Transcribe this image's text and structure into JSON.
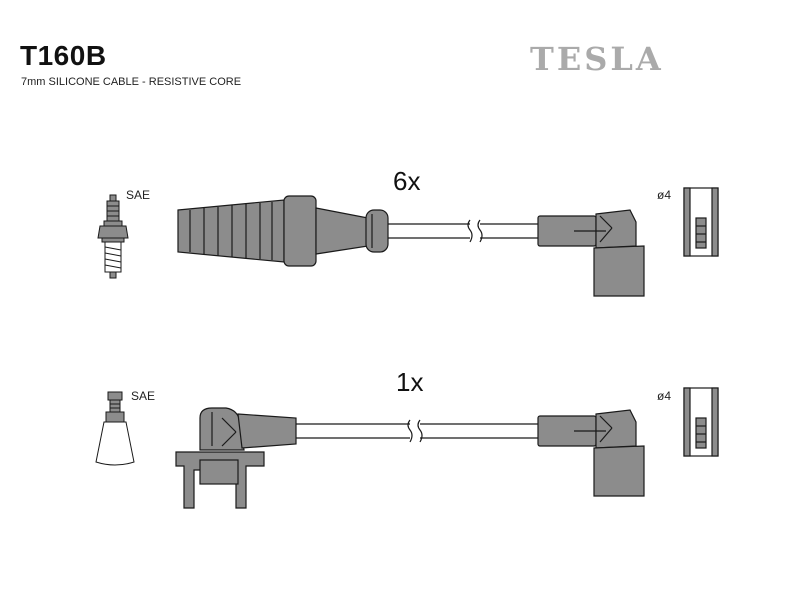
{
  "header": {
    "code": "T160B",
    "description": "7mm SILICONE CABLE - RESISTIVE CORE",
    "brand": "TESLA"
  },
  "rows": [
    {
      "quantity": "6x",
      "plug_label": "SAE",
      "terminal_label": "ø4"
    },
    {
      "quantity": "1x",
      "plug_label": "SAE",
      "terminal_label": "ø4"
    }
  ],
  "colors": {
    "part_fill": "#8c8c8c",
    "outline": "#1a1a1a",
    "logo": "#aaaaaa"
  }
}
